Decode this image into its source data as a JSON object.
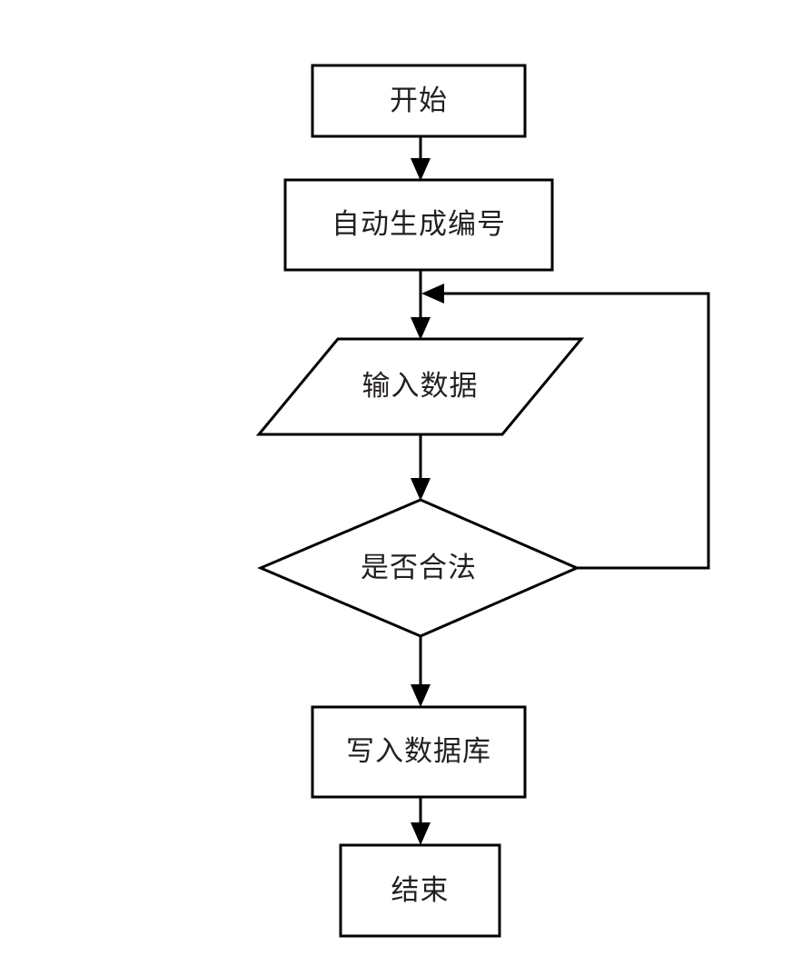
{
  "diagram": {
    "type": "flowchart",
    "orientation": "top-to-bottom",
    "background_color": "#ffffff",
    "stroke_color": "#000000",
    "text_color": "#231f20",
    "nodes": [
      {
        "id": "start",
        "label": "开始",
        "shape": "rectangle"
      },
      {
        "id": "gennum",
        "label": "自动生成编号",
        "shape": "rectangle"
      },
      {
        "id": "input",
        "label": "输入数据",
        "shape": "parallelogram"
      },
      {
        "id": "decide",
        "label": "是否合法",
        "shape": "diamond"
      },
      {
        "id": "write",
        "label": "写入数据库",
        "shape": "rectangle"
      },
      {
        "id": "end",
        "label": "结束",
        "shape": "rectangle"
      }
    ],
    "edges": [
      {
        "id": "e1",
        "from": "start",
        "to": "gennum",
        "label": "",
        "style": "arrow-down"
      },
      {
        "id": "e2",
        "from": "gennum",
        "to": "input",
        "label": "",
        "style": "arrow-down"
      },
      {
        "id": "e3",
        "from": "input",
        "to": "decide",
        "label": "",
        "style": "arrow-down"
      },
      {
        "id": "e4",
        "from": "decide",
        "to": "write",
        "label": "",
        "style": "arrow-down"
      },
      {
        "id": "e5",
        "from": "write",
        "to": "end",
        "label": "",
        "style": "arrow-down"
      },
      {
        "id": "e6",
        "from": "decide",
        "to": "input",
        "label": "",
        "style": "loop-back-right"
      }
    ]
  }
}
